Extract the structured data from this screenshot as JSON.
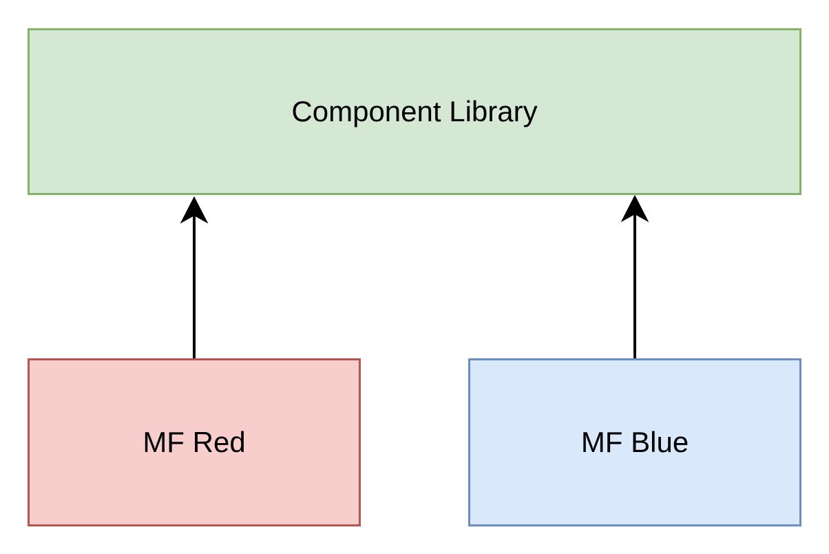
{
  "nodes": {
    "library": {
      "label": "Component Library",
      "fill": "#d5e8d4",
      "stroke": "#82b366"
    },
    "red": {
      "label": "MF Red",
      "fill": "#f8cecc",
      "stroke": "#b85450"
    },
    "blue": {
      "label": "MF Blue",
      "fill": "#dae8fc",
      "stroke": "#6c8ebf"
    }
  },
  "edges": [
    {
      "from": "MF Red",
      "to": "Component Library",
      "color": "#000000"
    },
    {
      "from": "MF Blue",
      "to": "Component Library",
      "color": "#000000"
    }
  ]
}
